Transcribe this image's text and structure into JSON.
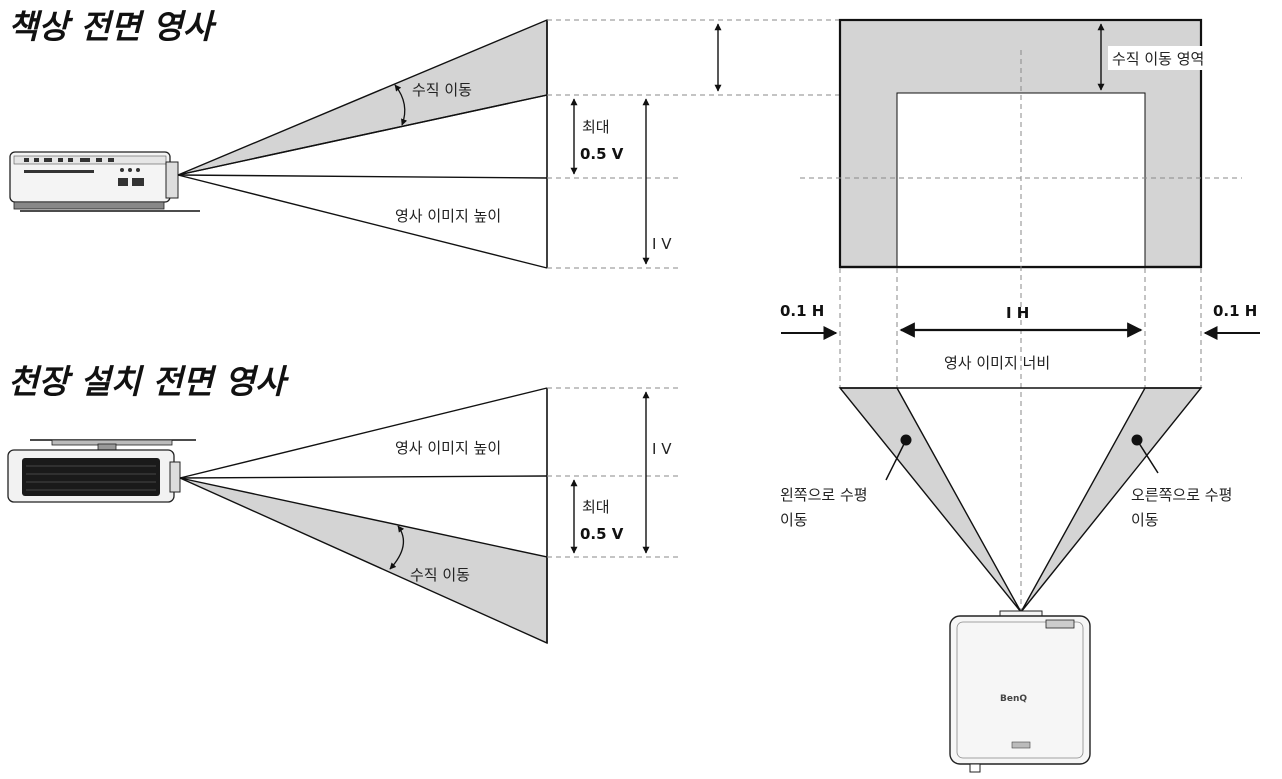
{
  "titles": {
    "desk_front": "책상 전면 영사",
    "ceiling_front": "천장 설치 전면 영사"
  },
  "desk": {
    "vertical_shift": "수직 이동",
    "max": "최대",
    "max_value": "0.5 V",
    "image_height": "영사 이미지 높이",
    "height_value": "I V"
  },
  "ceiling": {
    "image_height": "영사 이미지 높이",
    "height_value": "I V",
    "max": "최대",
    "max_value": "0.5 V",
    "vertical_shift": "수직 이동"
  },
  "top_view": {
    "vertical_shift_area": "수직 이동 영역",
    "left_offset": "0.1 H",
    "width_value": "I H",
    "right_offset": "0.1 H",
    "image_width": "영사 이미지 너비",
    "left_shift_line1": "왼쪽으로 수평",
    "left_shift_line2": "이동",
    "right_shift_line1": "오른쪽으로 수평",
    "right_shift_line2": "이동",
    "brand": "BenQ"
  },
  "colors": {
    "shade": "#d4d4d4",
    "line": "#111111",
    "guide": "#8a8a8a"
  }
}
